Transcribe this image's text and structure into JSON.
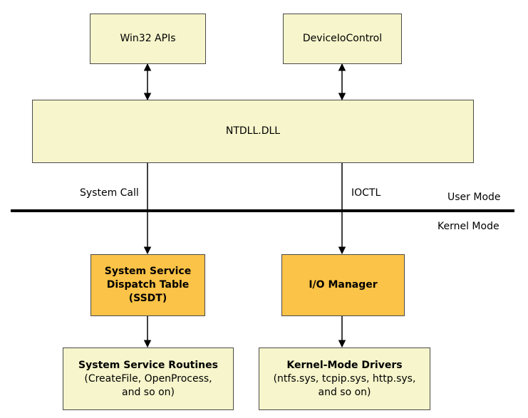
{
  "boxes": {
    "win32_apis": "Win32 APIs",
    "deviceiocontrol": "DeviceIoControl",
    "ntdll": "NTDLL.DLL",
    "ssdt": [
      "System Service",
      "Dispatch Table",
      "(SSDT)"
    ],
    "io_manager": "I/O Manager",
    "service_routines": {
      "title": "System Service Routines",
      "lines": [
        "(CreateFile, OpenProcess,",
        "and so on)"
      ]
    },
    "kernel_drivers": {
      "title": "Kernel-Mode Drivers",
      "lines": [
        "(ntfs.sys, tcpip.sys, http.sys,",
        "and so on)"
      ]
    }
  },
  "edge_labels": {
    "system_call": "System Call",
    "ioctl": "IOCTL"
  },
  "modes": {
    "user": "User Mode",
    "kernel": "Kernel Mode"
  },
  "colors": {
    "light_box": "#f6f5cb",
    "orange_box": "#fbc347",
    "line": "#000000"
  }
}
